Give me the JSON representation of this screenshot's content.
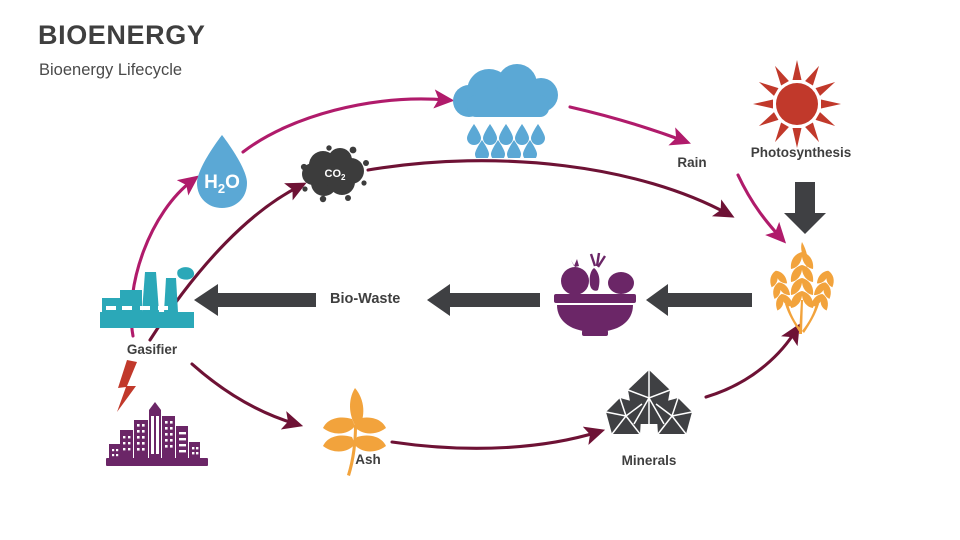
{
  "header": {
    "title": "BIOENERGY",
    "subtitle": "Bioenergy Lifecycle"
  },
  "colors": {
    "text_dark": "#3f3f3f",
    "arrow_magenta": "#B01B6B",
    "arrow_plum": "#6E1235",
    "block_arrow_gray": "#3F4043",
    "water_blue": "#5BA8D5",
    "cloud_blue": "#5BA8D5",
    "co2_dark": "#3C3C3C",
    "sun_red": "#C1392B",
    "wheat_orange": "#F2A33C",
    "ash_orange": "#F2A33C",
    "gasifier_teal": "#2BA8B8",
    "city_purple": "#6B2667",
    "bowl_purple": "#6B2667",
    "minerals_dark": "#3F4043",
    "bolt_red": "#C1392B",
    "background": "#FFFFFF"
  },
  "nodes": [
    {
      "id": "water",
      "label": "H₂O",
      "label_kind": "inside",
      "icon": "water-drop-icon"
    },
    {
      "id": "co2",
      "label": "CO₂",
      "label_kind": "inside",
      "icon": "co2-cloud-icon"
    },
    {
      "id": "rain",
      "label": "Rain",
      "label_kind": "below",
      "icon": "rain-cloud-icon"
    },
    {
      "id": "photosynthesis",
      "label": "Photosynthesis",
      "label_kind": "below",
      "icon": "sun-icon"
    },
    {
      "id": "crops",
      "label": "",
      "label_kind": "none",
      "icon": "wheat-icon"
    },
    {
      "id": "food",
      "label": "",
      "label_kind": "none",
      "icon": "food-bowl-icon"
    },
    {
      "id": "gasifier",
      "label": "Gasifier",
      "label_kind": "below",
      "icon": "gasifier-factory-icon"
    },
    {
      "id": "city",
      "label": "",
      "label_kind": "none",
      "icon": "city-skyline-icon"
    },
    {
      "id": "ash",
      "label": "Ash",
      "label_kind": "below",
      "icon": "ash-leaf-icon"
    },
    {
      "id": "minerals",
      "label": "Minerals",
      "label_kind": "below",
      "icon": "minerals-crystal-icon"
    }
  ],
  "flow_labels": [
    {
      "id": "bio-waste",
      "text": "Bio-Waste"
    }
  ],
  "labels": {
    "water": "H₂O",
    "co2": "CO₂",
    "rain": "Rain",
    "photosynthesis": "Photosynthesis",
    "gasifier": "Gasifier",
    "ash": "Ash",
    "minerals": "Minerals",
    "bio_waste": "Bio-Waste"
  },
  "connections": [
    {
      "from": "gasifier",
      "to": "water",
      "style": "curved",
      "color": "#B01B6B"
    },
    {
      "from": "water",
      "to": "rain",
      "style": "curved",
      "color": "#B01B6B"
    },
    {
      "from": "gasifier",
      "to": "co2",
      "style": "curved",
      "color": "#6E1235"
    },
    {
      "from": "co2",
      "to": "crops",
      "style": "curved",
      "color": "#6E1235"
    },
    {
      "from": "rain",
      "to": "crops",
      "style": "curved",
      "color": "#B01B6B"
    },
    {
      "from": "photosynthesis",
      "to": "crops",
      "style": "block",
      "color": "#3F4043"
    },
    {
      "from": "crops",
      "to": "food",
      "style": "block",
      "color": "#3F4043"
    },
    {
      "from": "food",
      "to": "biowaste",
      "style": "block",
      "color": "#3F4043"
    },
    {
      "from": "biowaste",
      "to": "gasifier",
      "style": "block",
      "color": "#3F4043"
    },
    {
      "from": "gasifier",
      "to": "city",
      "style": "bolt",
      "color": "#C1392B"
    },
    {
      "from": "gasifier",
      "to": "ash",
      "style": "curved",
      "color": "#6E1235"
    },
    {
      "from": "ash",
      "to": "minerals",
      "style": "curved",
      "color": "#6E1235"
    },
    {
      "from": "minerals",
      "to": "crops",
      "style": "curved",
      "color": "#6E1235"
    }
  ]
}
